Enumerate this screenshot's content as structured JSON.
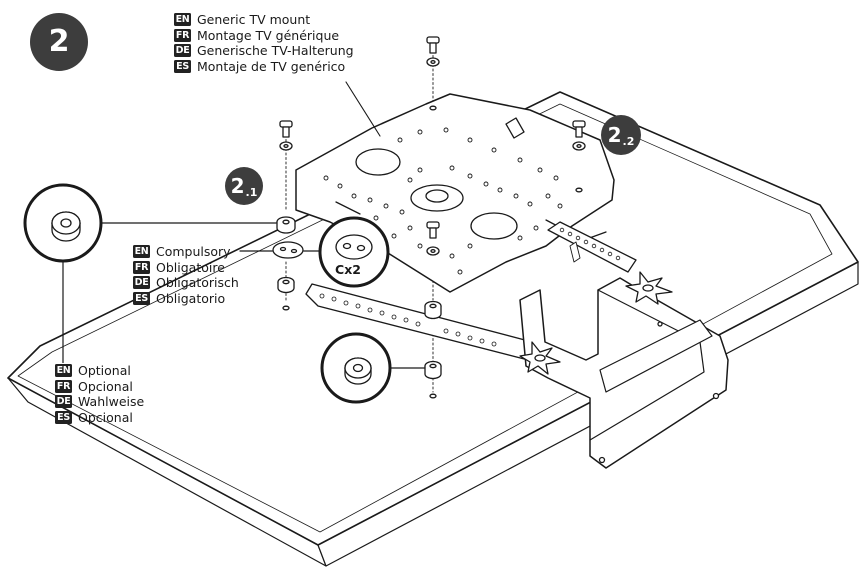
{
  "step": {
    "number": "2",
    "sub_a_main": "2",
    "sub_a_suffix": ".1",
    "sub_b_main": "2",
    "sub_b_suffix": ".2"
  },
  "title_legend": [
    {
      "code": "EN",
      "text": "Generic TV mount"
    },
    {
      "code": "FR",
      "text": "Montage TV générique"
    },
    {
      "code": "DE",
      "text": "Generische TV-Halterung"
    },
    {
      "code": "ES",
      "text": "Montaje de TV genérico"
    }
  ],
  "compulsory_legend": [
    {
      "code": "EN",
      "text": "Compulsory"
    },
    {
      "code": "FR",
      "text": "Obligatoire"
    },
    {
      "code": "DE",
      "text": "Obligatorisch"
    },
    {
      "code": "ES",
      "text": "Obligatorio"
    }
  ],
  "optional_legend": [
    {
      "code": "EN",
      "text": "Optional"
    },
    {
      "code": "FR",
      "text": "Opcional"
    },
    {
      "code": "DE",
      "text": "Wahlweise"
    },
    {
      "code": "ES",
      "text": "Opcional"
    }
  ],
  "washer_quantity": "Cx2",
  "colors": {
    "badge": "#3d3d3d",
    "line": "#1a1a1a",
    "fill": "#ffffff"
  }
}
